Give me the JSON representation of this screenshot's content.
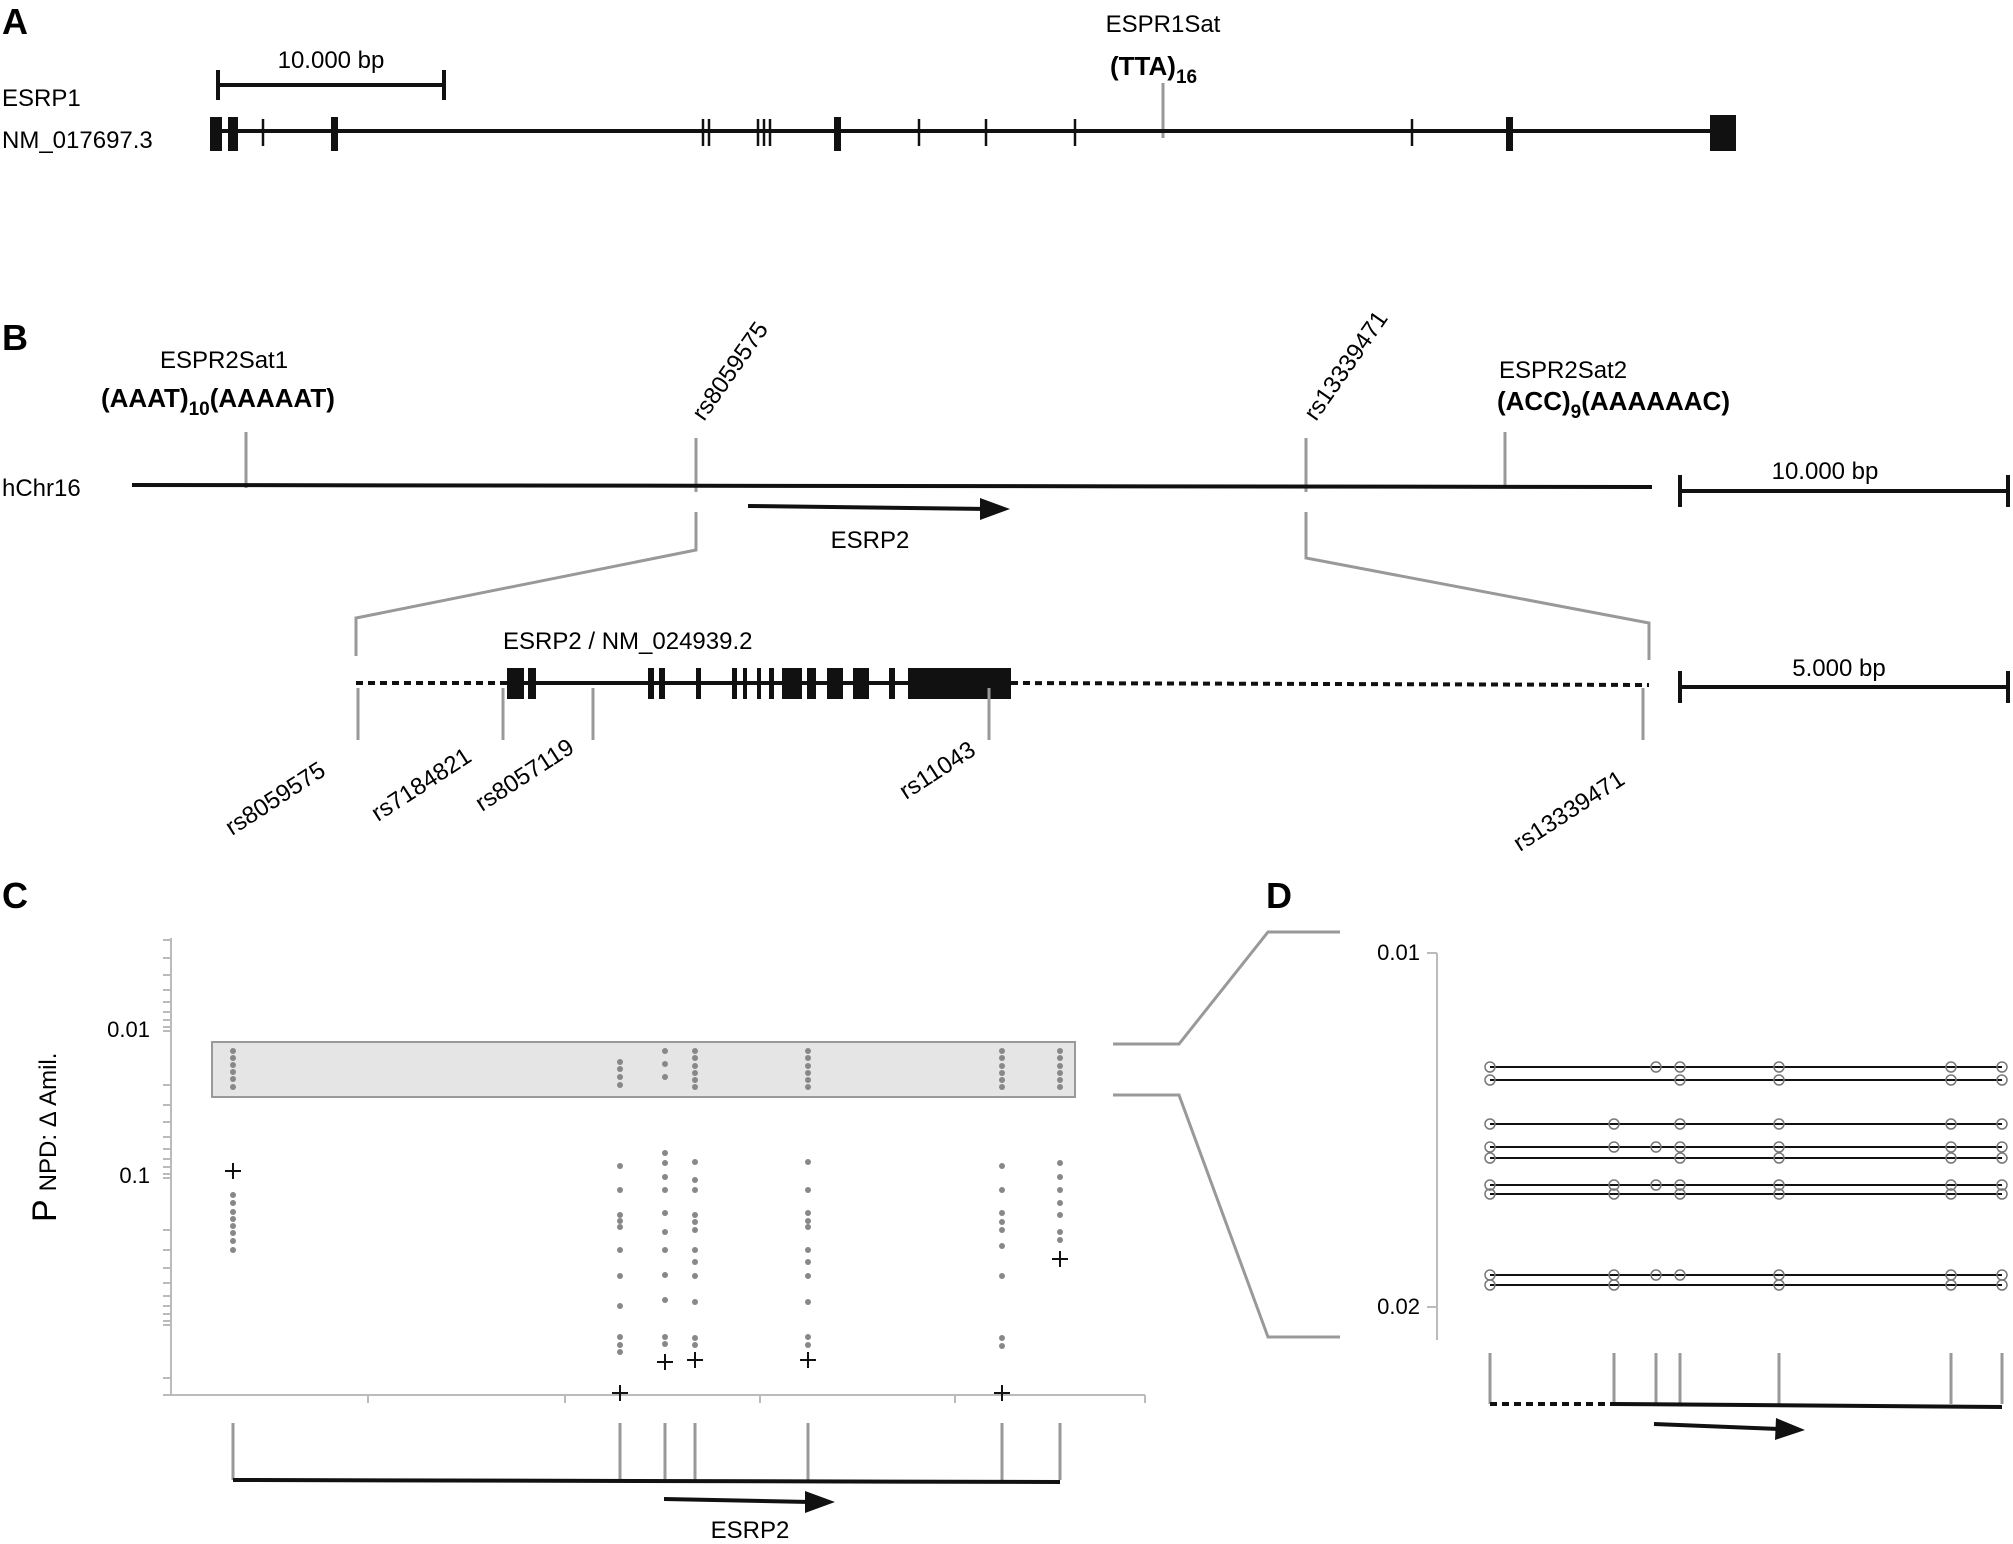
{
  "panels": {
    "A": {
      "letter": "A",
      "scale_label": "10.000 bp",
      "gene_line1": "ESRP1",
      "gene_line2": "NM_017697.3",
      "sat_name": "ESPR1Sat",
      "sat_motif": "(TTA)",
      "sat_count": "16"
    },
    "B": {
      "letter": "B",
      "chrom": "hChr16",
      "sat1_name": "ESPR2Sat1",
      "sat1_motif_a": "(AAAT)",
      "sat1_count_a": "10",
      "sat1_motif_b": "(AAAAAT)",
      "sat2_name": "ESPR2Sat2",
      "sat2_motif_a": "(ACC)",
      "sat2_count_a": "9",
      "sat2_motif_b": "(AAAAAAC)",
      "snp_top_left": "rs8059575",
      "snp_top_right": "rs13339471",
      "gene_arrow_label": "ESRP2",
      "scale_top": "10.000 bp",
      "transcript": "ESRP2 / NM_024939.2",
      "scale_bottom": "5.000 bp",
      "snps_bottom": [
        "rs8059575",
        "rs7184821",
        "rs8057119",
        "rs11043",
        "rs13339471"
      ]
    },
    "C": {
      "letter": "C",
      "y_label_main": "P",
      "y_label_sub": "NPD: Δ Amil.",
      "ticks": [
        "0.01",
        "0.1"
      ],
      "gene_label": "ESRP2"
    },
    "D": {
      "letter": "D",
      "ticks": [
        "0.01",
        "0.02"
      ]
    }
  },
  "colors": {
    "line": "#111111",
    "grey": "#999999",
    "dots": "#888888",
    "box": "#e5e5e5"
  }
}
